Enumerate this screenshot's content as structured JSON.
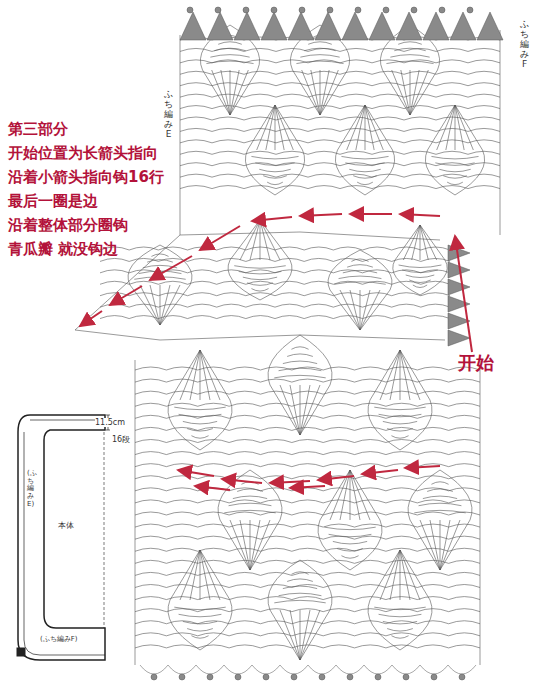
{
  "diagram": {
    "labels": [
      "第三部分",
      "开始位置为长箭头指向",
      "沿着小箭头指向钩16行",
      "最后一圈是边",
      "沿着整体部分圈钩",
      "青瓜瓣 就没钩边",
      "开始",
      "ふち編みF",
      "ふち編みE",
      "11.5cm",
      "16段",
      "本体",
      "(ふち編みE)",
      "(ふち編みF)"
    ]
  }
}
